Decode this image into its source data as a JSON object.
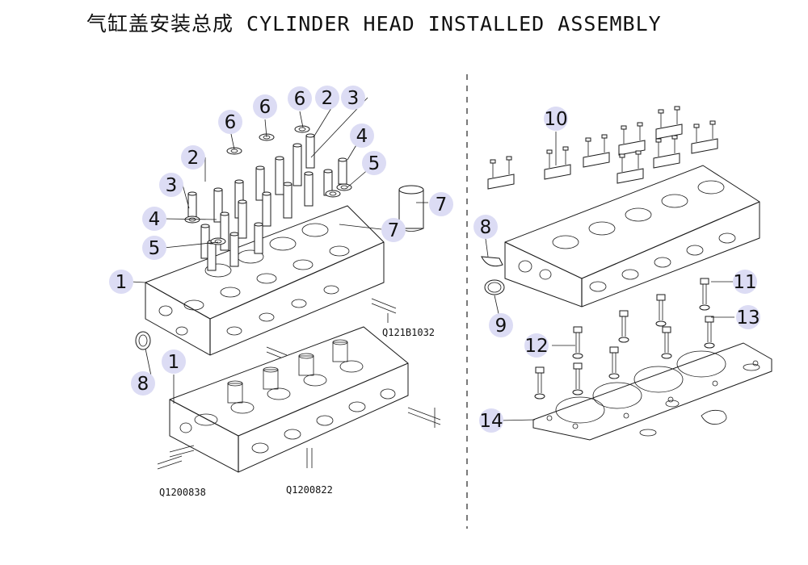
{
  "title": "气缸盖安装总成 CYLINDER HEAD INSTALLED ASSEMBLY",
  "part_codes": {
    "upper_left": "Q121B1032",
    "lower_left_a": "Q1200838",
    "lower_left_b": "Q1200822"
  },
  "callouts": {
    "c1a": "1",
    "c1b": "1",
    "c2a": "2",
    "c2b": "2",
    "c3a": "3",
    "c3b": "3",
    "c4a": "4",
    "c4b": "4",
    "c5a": "5",
    "c5b": "5",
    "c6a": "6",
    "c6b": "6",
    "c6c": "6",
    "c7a": "7",
    "c7b": "7",
    "c8a": "8",
    "c8b": "8",
    "c9": "9",
    "c10": "10",
    "c11": "11",
    "c12": "12",
    "c13": "13",
    "c14": "14"
  },
  "colors": {
    "badge": "#dcdcf4",
    "ink": "#1a1a1a"
  }
}
